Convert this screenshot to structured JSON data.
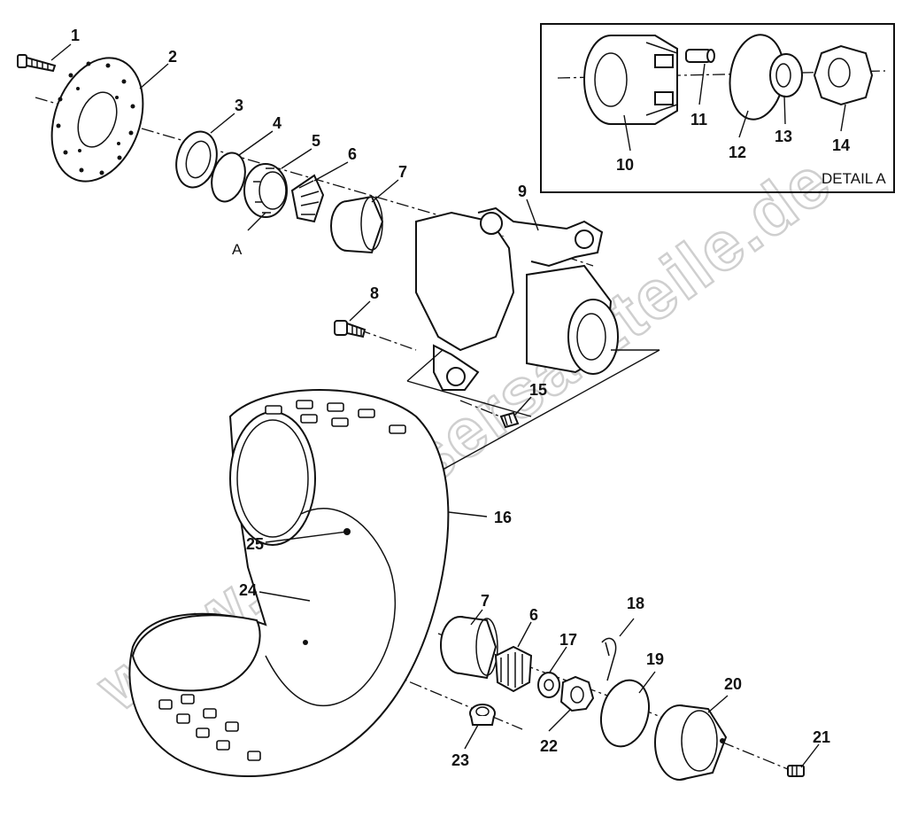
{
  "watermark": "www.polarisersatzteile.de",
  "detail_box": {
    "title": "DETAIL A"
  },
  "callouts": {
    "p1": "1",
    "p2": "2",
    "p3": "3",
    "p4": "4",
    "p5": "5",
    "p6a": "6",
    "p7a": "7",
    "p8": "8",
    "p9": "9",
    "p10": "10",
    "p11": "11",
    "p12": "12",
    "p13": "13",
    "p14": "14",
    "p15": "15",
    "p16": "16",
    "p6b": "6",
    "p7b": "7",
    "p17": "17",
    "p18": "18",
    "p19": "19",
    "p20": "20",
    "p21": "21",
    "p22": "22",
    "p23": "23",
    "p24": "24",
    "p25": "25",
    "assembly_a": "A"
  }
}
